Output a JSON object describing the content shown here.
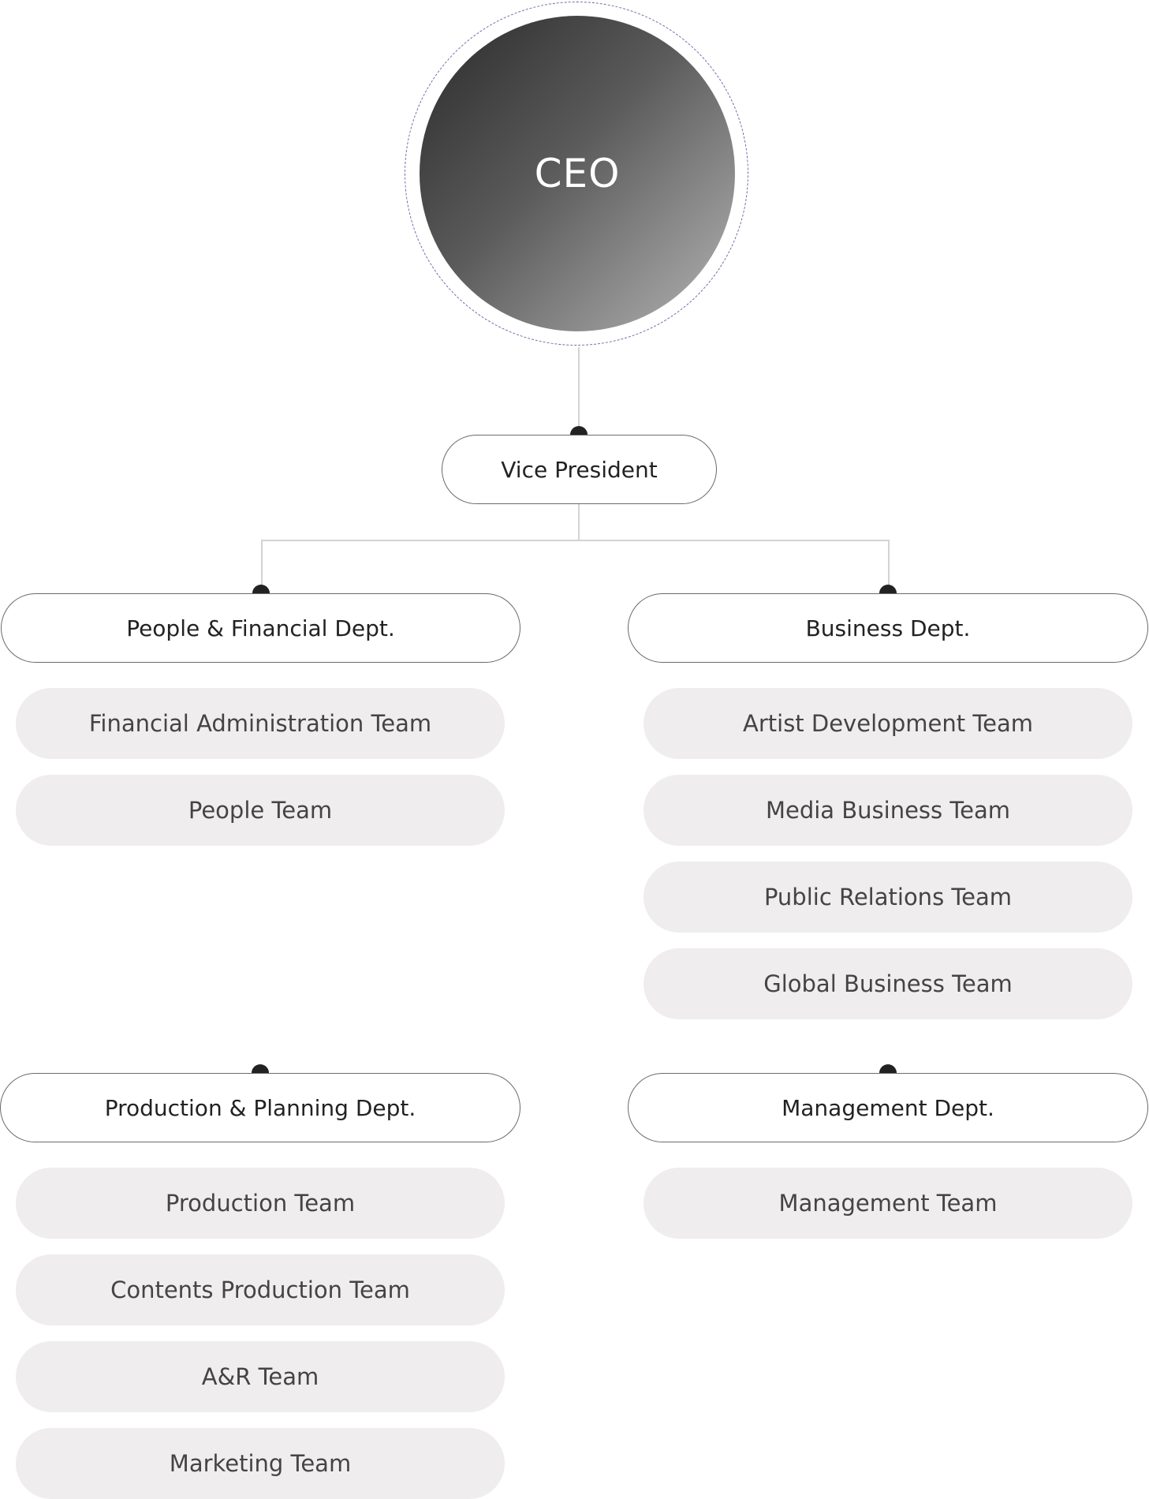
{
  "ceo": {
    "label": "CEO"
  },
  "vice_president": {
    "label": "Vice President"
  },
  "departments": [
    {
      "name": "People & Financial Dept.",
      "teams": [
        "Financial Administration Team",
        "People Team"
      ]
    },
    {
      "name": "Business Dept.",
      "teams": [
        "Artist Development Team",
        "Media Business Team",
        "Public Relations Team",
        "Global Business Team"
      ]
    },
    {
      "name": "Production & Planning Dept.",
      "teams": [
        "Production Team",
        "Contents Production Team",
        "A&R Team",
        "Marketing Team"
      ]
    },
    {
      "name": "Management Dept.",
      "teams": [
        "Management Team"
      ]
    }
  ],
  "colors": {
    "ceo_gradient_start": "#2a2a2a",
    "ceo_gradient_end": "#b4b4b4",
    "team_fill": "#efeded",
    "connector": "#d3d3d3",
    "dot": "#222222"
  }
}
